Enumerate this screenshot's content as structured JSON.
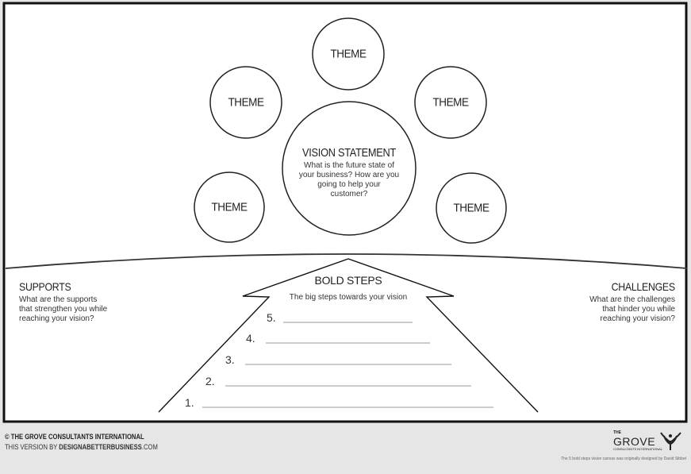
{
  "themes": [
    "THEME",
    "THEME",
    "THEME",
    "THEME",
    "THEME"
  ],
  "vision": {
    "title": "VISION STATEMENT",
    "lines": [
      "What is the future state of",
      "your business? How are you",
      "going to help your",
      "customer?"
    ]
  },
  "supports": {
    "title": "SUPPORTS",
    "lines": [
      "What are the supports",
      "that strengthen you while",
      "reaching your vision?"
    ]
  },
  "challenges": {
    "title": "CHALLENGES",
    "lines": [
      "What are the challenges",
      "that hinder you while",
      "reaching your vision?"
    ]
  },
  "bold_steps": {
    "title": "BOLD STEPS",
    "subtitle": "The big steps towards your vision",
    "steps": [
      "5.",
      "4.",
      "3.",
      "2.",
      "1."
    ]
  },
  "footer": {
    "copyright_symbol": "©",
    "copyright": "THE GROVE CONSULTANTS INTERNATIONAL",
    "version_prefix": "THIS VERSION BY ",
    "version_brand": "DESIGNABETTERBUSINESS",
    "version_suffix": ".COM",
    "credit": "The 5 bold steps vision canvas was originally designed by David Sibbet",
    "logo": {
      "the": "THE",
      "name": "GROVE",
      "tagline": "CONSULTANTS INTERNATIONAL"
    }
  }
}
